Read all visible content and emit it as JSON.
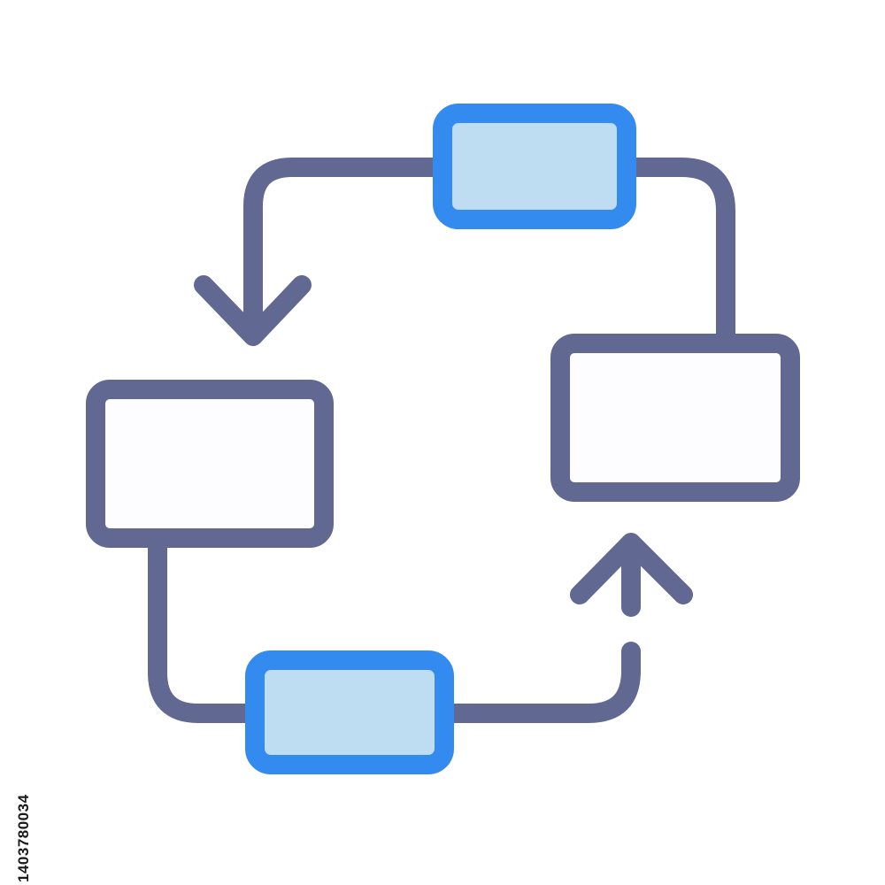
{
  "image": {
    "stock_id": "1403780034",
    "subject": "flowchart-cycle-icon"
  },
  "colors": {
    "stroke": "#616891",
    "accent_stroke": "#348bef",
    "accent_fill": "#bedcf2",
    "box_fill": "#fdfdff",
    "background": "#ffffff"
  },
  "diagram": {
    "nodes": [
      {
        "name": "top-process-node",
        "style": "accent"
      },
      {
        "name": "right-process-node",
        "style": "plain"
      },
      {
        "name": "bottom-process-node",
        "style": "accent"
      },
      {
        "name": "left-process-node",
        "style": "plain"
      }
    ],
    "arrows": [
      {
        "name": "arrow-down-icon",
        "direction": "down"
      },
      {
        "name": "arrow-up-icon",
        "direction": "up"
      }
    ]
  }
}
